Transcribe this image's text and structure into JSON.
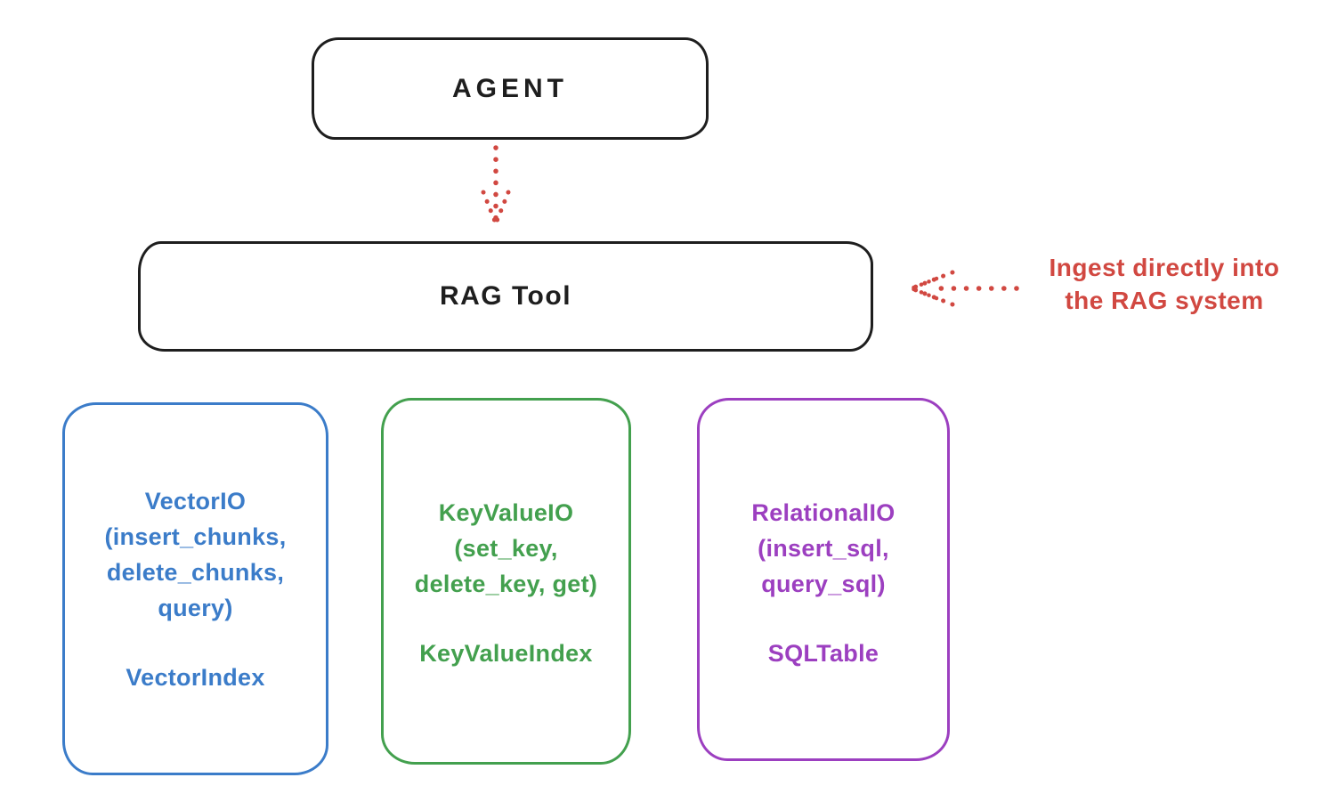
{
  "canvas": {
    "background": "#ffffff"
  },
  "colors": {
    "ink": "#1e1e1e",
    "red": "#d14841",
    "blue": "#3b7cc9",
    "green": "#43a04e",
    "purple": "#9c3fc0"
  },
  "agent": {
    "label": "AGENT"
  },
  "rag_tool": {
    "label": "RAG Tool"
  },
  "annotation": {
    "line1": "Ingest directly into",
    "line2": "the RAG system"
  },
  "arrows": [
    {
      "name": "agent-to-rag-tool",
      "style": "dotted",
      "direction": "down",
      "color": "#d14841"
    },
    {
      "name": "annotation-to-rag-tool",
      "style": "dotted",
      "direction": "left",
      "color": "#d14841"
    }
  ],
  "io_boxes": [
    {
      "accent": "#3b7cc9",
      "title_lines": [
        "VectorIO",
        "(insert_chunks,",
        "delete_chunks,",
        "query)"
      ],
      "footer": "VectorIndex"
    },
    {
      "accent": "#43a04e",
      "title_lines": [
        "KeyValueIO",
        "(set_key,",
        "delete_key, get)"
      ],
      "footer": "KeyValueIndex"
    },
    {
      "accent": "#9c3fc0",
      "title_lines": [
        "RelationalIO",
        "(insert_sql,",
        "query_sql)"
      ],
      "footer": "SQLTable"
    }
  ]
}
